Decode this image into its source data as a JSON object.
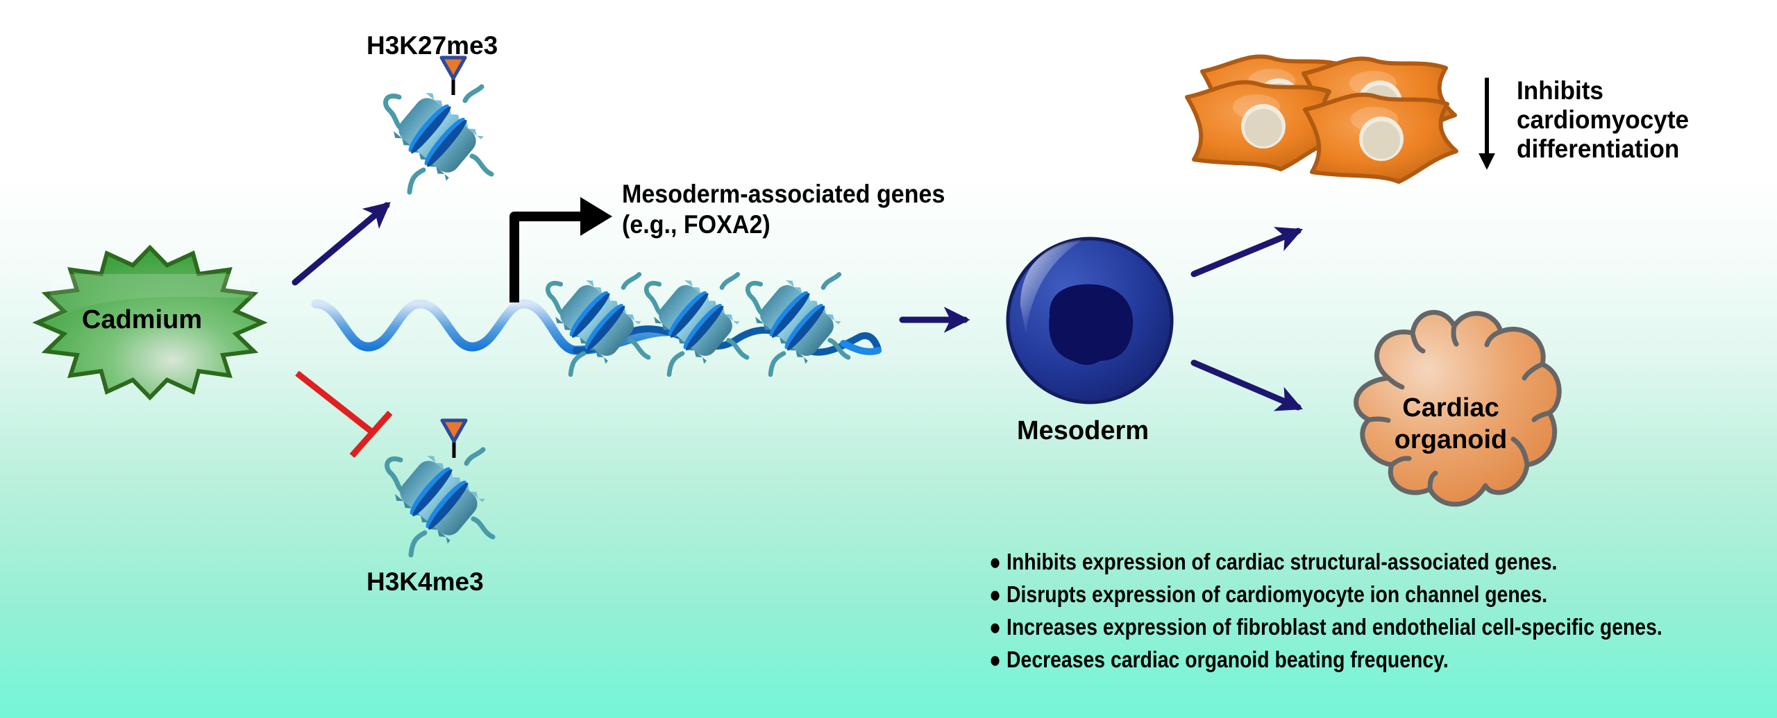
{
  "figure": {
    "type": "graphical abstract",
    "topic": "Cadmium effects on cardiac differentiation"
  },
  "stimulus": {
    "label": "Cadmium",
    "shape": "starburst",
    "color": "#4caf50"
  },
  "histone_marks": [
    {
      "label": "H3K27me3",
      "effect": "promotes",
      "edge_color": "#1c1670"
    },
    {
      "label": "H3K4me3",
      "effect": "inhibits",
      "edge_color": "#e02020"
    }
  ],
  "chromatin": {
    "gene_label_line1": "Mesoderm-associated genes",
    "gene_label_line2": "(e.g., FOXA2)",
    "nucleosome_count": 3,
    "transcription_arrow_color": "#000000"
  },
  "mesoderm": {
    "label": "Mesoderm",
    "cell_color": "#1f3a93",
    "nucleus_color": "#0c0f5c"
  },
  "outcomes": {
    "cardiomyocytes": {
      "cell_count": 4,
      "effect_line1": "Inhibits",
      "effect_line2": "cardiomyocyte",
      "effect_line3": "differentiation",
      "direction": "down",
      "cell_color": "#e8821f"
    },
    "organoid": {
      "label_line1": "Cardiac",
      "label_line2": "organoid",
      "fill_color": "#e8965a",
      "outline_color": "#666666"
    }
  },
  "effects": [
    "Inhibits expression of cardiac structural-associated genes.",
    "Disrupts expression of cardiomyocyte ion channel genes.",
    "Increases expression of fibroblast and endothelial cell-specific genes.",
    "Decreases cardiac organoid beating frequency."
  ],
  "bullet_glyph": "●",
  "colors": {
    "arrow": "#1c1670",
    "inhibition": "#e02020",
    "dna_light": "#9fc4ea",
    "dna_dark": "#0d5aa8",
    "nucleosome": "#5aa8c0",
    "histone_tail": "#4a9aa8",
    "mark_fill": "#e8782a",
    "mark_outline": "#2e4a9a",
    "background_top": "#ffffff",
    "background_bottom": "#74f6d7"
  }
}
